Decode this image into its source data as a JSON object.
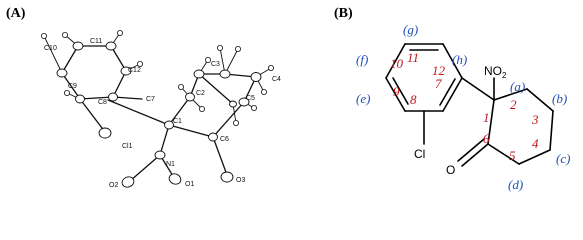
{
  "panels": {
    "a": "(A)",
    "b": "(B)"
  },
  "crystal_labels": {
    "C11": "C11",
    "C10": "C10",
    "C12": "C12",
    "C9": "C9",
    "C8": "C8",
    "C7": "C7",
    "C1": "C1",
    "C2": "C2",
    "C3": "C3",
    "C4": "C4",
    "C5": "C5",
    "C6": "C6",
    "Cl1": "Cl1",
    "N1": "N1",
    "O1": "O1",
    "O2": "O2",
    "O3": "O3"
  },
  "structure": {
    "no2": "NO",
    "no2_sub": "2",
    "cl": "Cl",
    "o": "O",
    "numbers": [
      "1",
      "2",
      "3",
      "4",
      "5",
      "6",
      "7",
      "8",
      "9",
      "10",
      "11",
      "12"
    ],
    "letters": {
      "a": "(a)",
      "b": "(b)",
      "c": "(c)",
      "d": "(d)",
      "e": "(e)",
      "f": "(f)",
      "g": "(g)",
      "h": "(h)"
    }
  }
}
